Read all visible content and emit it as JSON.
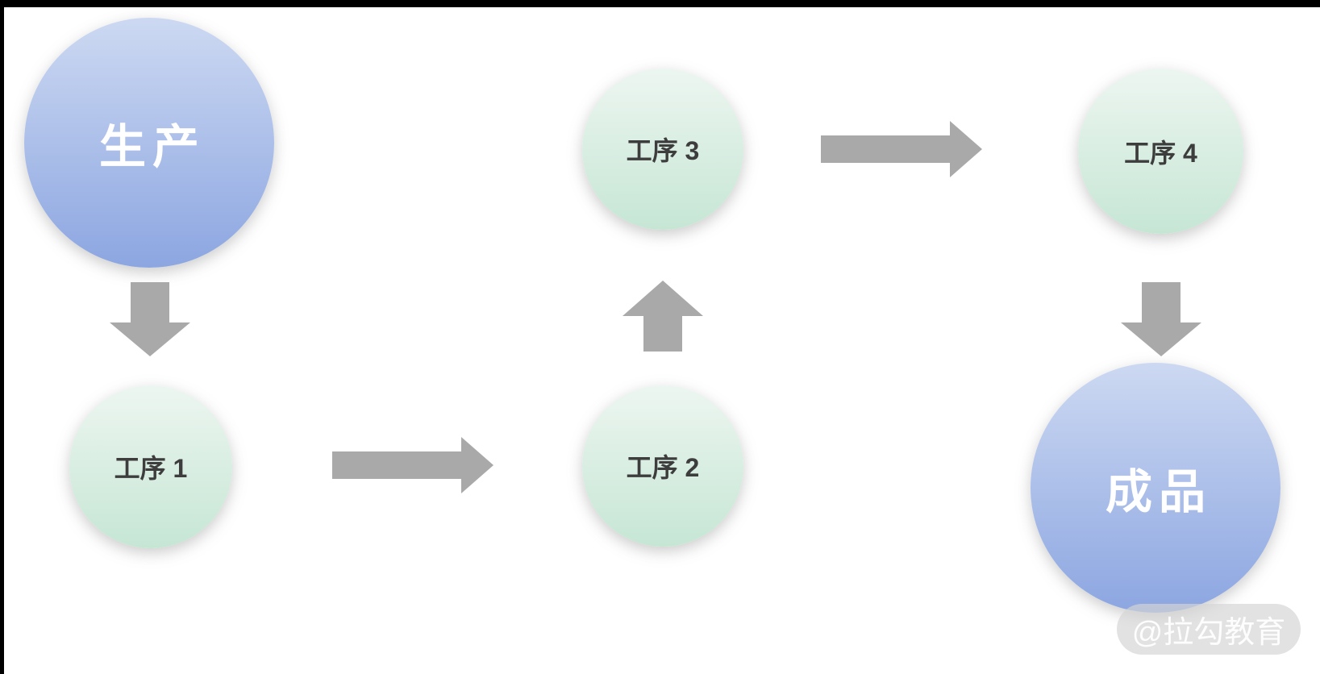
{
  "meta": {
    "description": "Production process flow diagram slide",
    "background_color": "#ffffff",
    "frame_color": "#000000"
  },
  "diagram": {
    "nodes": [
      {
        "id": "production",
        "label": "生产",
        "style": "blue"
      },
      {
        "id": "process-1",
        "label": "工序 1",
        "style": "green"
      },
      {
        "id": "process-2",
        "label": "工序 2",
        "style": "green"
      },
      {
        "id": "process-3",
        "label": "工序 3",
        "style": "green"
      },
      {
        "id": "process-4",
        "label": "工序 4",
        "style": "green"
      },
      {
        "id": "finished-product",
        "label": "成品",
        "style": "blue"
      }
    ],
    "flow": [
      {
        "from": "生产",
        "to": "工序 1",
        "direction": "down"
      },
      {
        "from": "工序 1",
        "to": "工序 2",
        "direction": "right"
      },
      {
        "from": "工序 2",
        "to": "工序 3",
        "direction": "up"
      },
      {
        "from": "工序 3",
        "to": "工序 4",
        "direction": "right"
      },
      {
        "from": "工序 4",
        "to": "成品",
        "direction": "down"
      }
    ],
    "colors": {
      "blue_node_top": "#cdd9f2",
      "blue_node_bottom": "#8ca6e1",
      "green_node_top": "#edf6f1",
      "green_node_bottom": "#c6e6d4",
      "arrow": "#a9a9a9",
      "node_text_dark": "#3d3d3d",
      "node_text_light": "#ffffff"
    }
  },
  "watermark": {
    "label": "@拉勾教育"
  }
}
